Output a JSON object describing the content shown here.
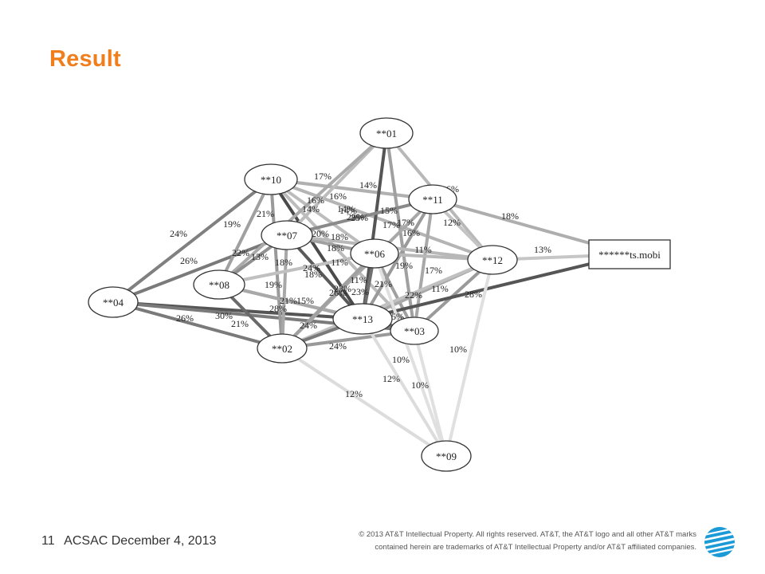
{
  "slide": {
    "title": "Result",
    "page_number": "11",
    "footer_text": "ACSAC December 4, 2013",
    "legal_line1": "© 2013 AT&T Intellectual Property. All rights reserved. AT&T, the AT&T logo and all other AT&T marks",
    "legal_line2": "contained herein are trademarks of AT&T Intellectual Property and/or AT&T affiliated companies.",
    "logo_icon": "att-globe-logo"
  },
  "graph": {
    "nodes": [
      {
        "id": "01",
        "label": "**01",
        "shape": "ellipse"
      },
      {
        "id": "10",
        "label": "**10",
        "shape": "ellipse"
      },
      {
        "id": "11",
        "label": "**11",
        "shape": "ellipse"
      },
      {
        "id": "07",
        "label": "**07",
        "shape": "ellipse"
      },
      {
        "id": "06",
        "label": "**06",
        "shape": "ellipse"
      },
      {
        "id": "12",
        "label": "**12",
        "shape": "ellipse"
      },
      {
        "id": "ts",
        "label": "******ts.mobi",
        "shape": "box"
      },
      {
        "id": "08",
        "label": "**08",
        "shape": "ellipse"
      },
      {
        "id": "04",
        "label": "**04",
        "shape": "ellipse"
      },
      {
        "id": "13",
        "label": "**13",
        "shape": "ellipse"
      },
      {
        "id": "03",
        "label": "**03",
        "shape": "ellipse"
      },
      {
        "id": "02",
        "label": "**02",
        "shape": "ellipse"
      },
      {
        "id": "09",
        "label": "**09",
        "shape": "ellipse"
      }
    ],
    "edges": [
      {
        "from": "04",
        "to": "10",
        "label": "24%",
        "color": "#808080"
      },
      {
        "from": "04",
        "to": "07",
        "label": "26%",
        "color": "#7a7a7a"
      },
      {
        "from": "04",
        "to": "02",
        "label": "26%",
        "color": "#7a7a7a"
      },
      {
        "from": "04",
        "to": "13",
        "label": "",
        "color": "#555555"
      },
      {
        "from": "04",
        "to": "03",
        "label": "",
        "color": "#7a7a7a"
      },
      {
        "from": "10",
        "to": "08",
        "label": "19%",
        "color": "#a0a0a0"
      },
      {
        "from": "10",
        "to": "02",
        "label": "21%",
        "color": "#9a9a9a"
      },
      {
        "from": "10",
        "to": "13",
        "label": "",
        "color": "#4a4a4a"
      },
      {
        "from": "10",
        "to": "11",
        "label": "17%",
        "color": "#b0b0b0"
      },
      {
        "from": "10",
        "to": "06",
        "label": "14%",
        "color": "#bcbcbc"
      },
      {
        "from": "10",
        "to": "12",
        "label": "16%",
        "color": "#b4b4b4"
      },
      {
        "from": "10",
        "to": "03",
        "label": "14%",
        "color": "#bcbcbc"
      },
      {
        "from": "01",
        "to": "13",
        "label": "",
        "color": "#555555"
      },
      {
        "from": "01",
        "to": "07",
        "label": "14%",
        "color": "#bcbcbc"
      },
      {
        "from": "01",
        "to": "08",
        "label": "",
        "color": "#aaaaaa"
      },
      {
        "from": "01",
        "to": "12",
        "label": "",
        "color": "#b8b8b8"
      },
      {
        "from": "01",
        "to": "03",
        "label": "",
        "color": "#a0a0a0"
      },
      {
        "from": "11",
        "to": "07",
        "label": "25%",
        "color": "#8a8a8a"
      },
      {
        "from": "11",
        "to": "13",
        "label": "17%",
        "color": "#9a9a9a"
      },
      {
        "from": "11",
        "to": "ts",
        "label": "18%",
        "color": "#aeaeae"
      },
      {
        "from": "11",
        "to": "12",
        "label": "12%",
        "color": "#c4c4c4"
      },
      {
        "from": "11",
        "to": "02",
        "label": "16%",
        "color": "#a8a8a8"
      },
      {
        "from": "11",
        "to": "03",
        "label": "16%",
        "color": "#a8a8a8"
      },
      {
        "from": "07",
        "to": "08",
        "label": "22%",
        "color": "#909090"
      },
      {
        "from": "07",
        "to": "02",
        "label": "18%",
        "color": "#a8a8a8"
      },
      {
        "from": "07",
        "to": "13",
        "label": "24%",
        "color": "#5a5a5a"
      },
      {
        "from": "07",
        "to": "06",
        "label": "20%",
        "color": "#a0a0a0"
      },
      {
        "from": "07",
        "to": "12",
        "label": "18%",
        "color": "#b8b8b8"
      },
      {
        "from": "08",
        "to": "06",
        "label": "13%",
        "color": "#c0c0c0"
      },
      {
        "from": "08",
        "to": "13",
        "label": "19%",
        "color": "#999999"
      },
      {
        "from": "08",
        "to": "02",
        "label": "30%",
        "color": "#6a6a6a"
      },
      {
        "from": "08",
        "to": "03",
        "label": "",
        "color": "#a8a8a8"
      },
      {
        "from": "06",
        "to": "13",
        "label": "11%",
        "color": "#707070"
      },
      {
        "from": "06",
        "to": "12",
        "label": "11%",
        "color": "#b8b8b8"
      },
      {
        "from": "06",
        "to": "02",
        "label": "18%",
        "color": "#a0a0a0"
      },
      {
        "from": "06",
        "to": "03",
        "label": "19%",
        "color": "#a0a0a0"
      },
      {
        "from": "12",
        "to": "ts",
        "label": "13%",
        "color": "#c6c6c6"
      },
      {
        "from": "12",
        "to": "13",
        "label": "17%",
        "color": "#a8a8a8"
      },
      {
        "from": "12",
        "to": "03",
        "label": "22%",
        "color": "#9a9a9a"
      },
      {
        "from": "12",
        "to": "02",
        "label": "11%",
        "color": "#c0c0c0"
      },
      {
        "from": "ts",
        "to": "13",
        "label": "28%",
        "color": "#555555"
      },
      {
        "from": "13",
        "to": "02",
        "label": "24%",
        "color": "#7a7a7a"
      },
      {
        "from": "13",
        "to": "03",
        "label": "25%",
        "color": "#6a6a6a"
      },
      {
        "from": "03",
        "to": "02",
        "label": "24%",
        "color": "#999999"
      },
      {
        "from": "09",
        "to": "02",
        "label": "12%",
        "color": "#dcdcdc"
      },
      {
        "from": "09",
        "to": "13",
        "label": "12%",
        "color": "#dcdcdc"
      },
      {
        "from": "09",
        "to": "03",
        "label": "10%",
        "color": "#e0e0e0"
      },
      {
        "from": "09",
        "to": "12",
        "label": "10%",
        "color": "#e0e0e0"
      },
      {
        "from": "09",
        "to": "06",
        "label": "10%",
        "color": "#e0e0e0"
      }
    ],
    "extra_labels": [
      "15%",
      "21%",
      "14%",
      "18%",
      "21%",
      "23%",
      "26%",
      "29%",
      "11%",
      "14%",
      "16%",
      "17%",
      "15%",
      "28%",
      "23%",
      "21%"
    ]
  }
}
